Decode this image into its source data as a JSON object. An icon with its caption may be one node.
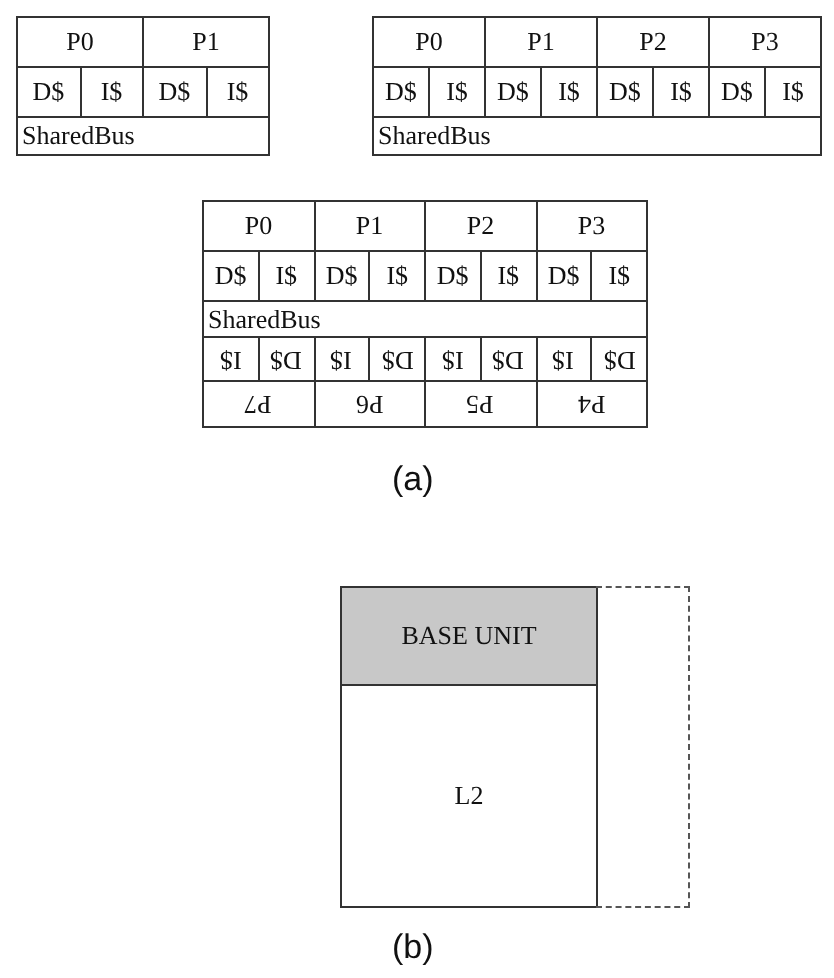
{
  "diagram": {
    "nodes": [
      {
        "text": [
          "BASE UNIT"
        ]
      },
      {
        "text": [
          "L2"
        ]
      },
      {
        "text": [],
        "shape": "box"
      }
    ],
    "edges": [],
    "labels": [
      "P0",
      "P1",
      "D$",
      "I$",
      "D$",
      "I$",
      "SharedBus",
      "P0",
      "P1",
      "P2",
      "P3",
      "D$",
      "I$",
      "D$",
      "I$",
      "D$",
      "I$",
      "D$",
      "I$",
      "SharedBus",
      "P0",
      "P1",
      "P2",
      "P3",
      "D$",
      "I$",
      "D$",
      "I$",
      "D$",
      "I$",
      "D$",
      "I$",
      "SharedBus",
      "I$",
      "D$",
      "I$",
      "D$",
      "I$",
      "D$",
      "I$",
      "D$",
      "P7",
      "P6",
      "P5",
      "P4",
      "(a)",
      "(b)"
    ]
  }
}
